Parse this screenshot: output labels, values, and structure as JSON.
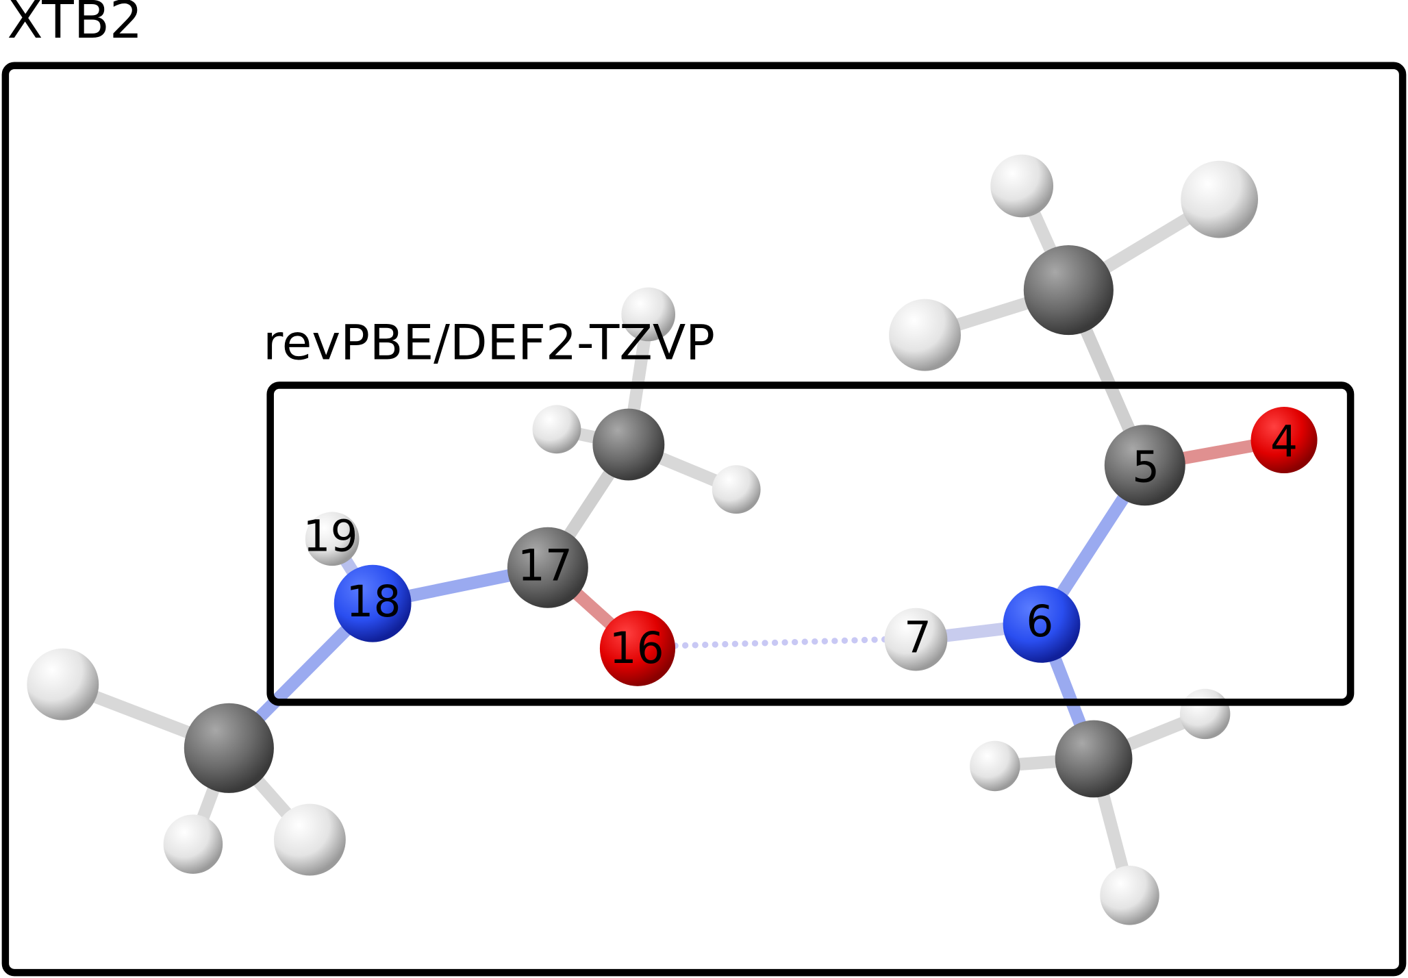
{
  "outer_label": "XTB2",
  "inner_label": "revPBE/DEF2-TZVP",
  "atom_labels": {
    "o4": "4",
    "c5": "5",
    "n6": "6",
    "h7": "7",
    "o16": "16",
    "c17": "17",
    "n18": "18",
    "h19": "19"
  },
  "colors": {
    "carbon": "#6e6e6e",
    "nitrogen": "#2a4ef0",
    "oxygen": "#e00000",
    "hydrogen": "#e8e8e8",
    "hbond": "#c8c8f4"
  }
}
